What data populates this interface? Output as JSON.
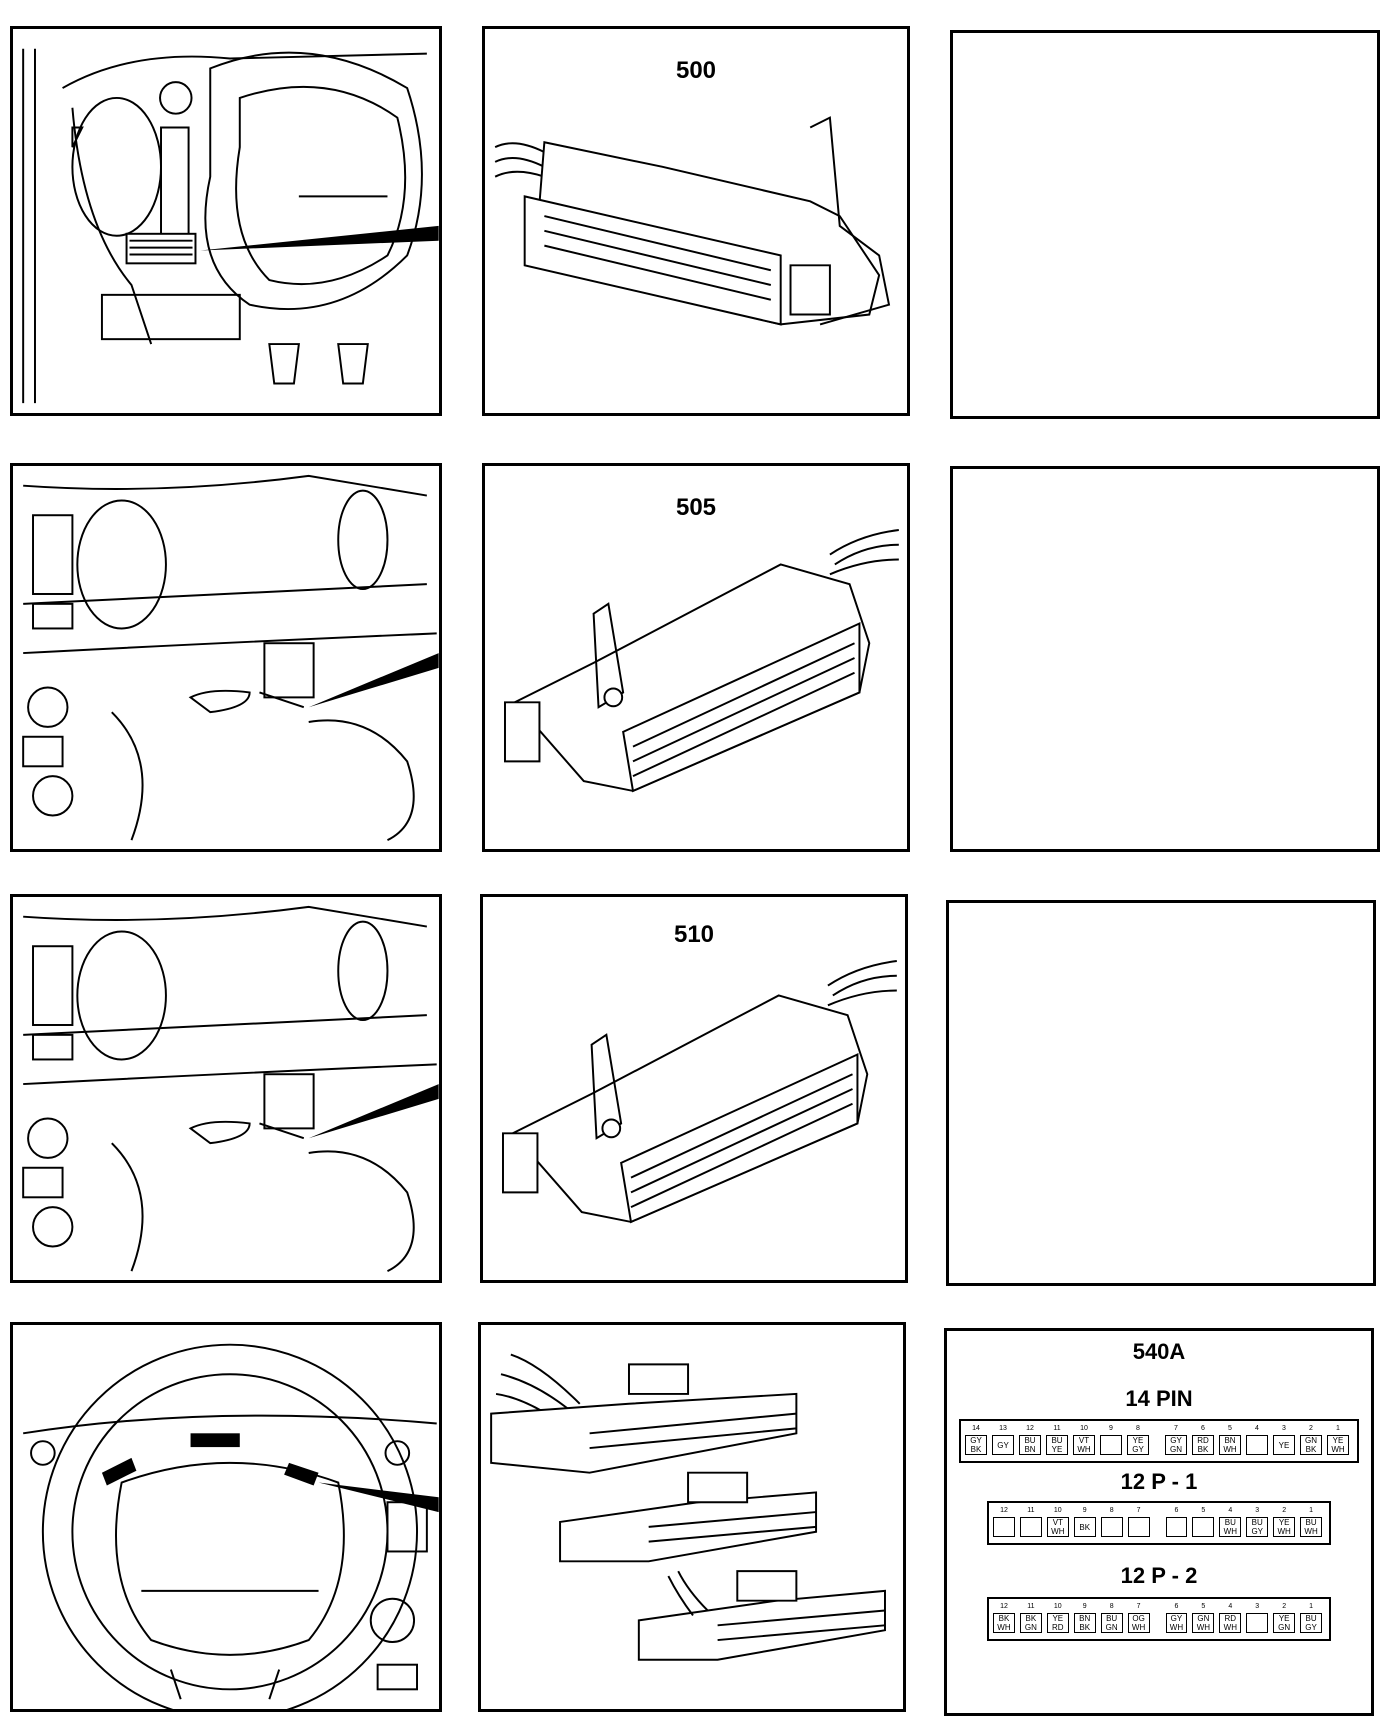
{
  "rows": [
    {
      "connector_label": "500"
    },
    {
      "connector_label": "505"
    },
    {
      "connector_label": "510"
    },
    {
      "connector_label": ""
    }
  ],
  "pinout": {
    "title": "540A",
    "connectors": [
      {
        "name": "14 PIN",
        "pins": [
          {
            "num": "14",
            "c1": "GY",
            "c2": "BK"
          },
          {
            "num": "13",
            "c1": "GY",
            "c2": ""
          },
          {
            "num": "12",
            "c1": "BU",
            "c2": "BN"
          },
          {
            "num": "11",
            "c1": "BU",
            "c2": "YE"
          },
          {
            "num": "10",
            "c1": "VT",
            "c2": "WH"
          },
          {
            "num": "9",
            "c1": "",
            "c2": ""
          },
          {
            "num": "8",
            "c1": "YE",
            "c2": "GY"
          },
          {
            "num": "7",
            "c1": "GY",
            "c2": "GN"
          },
          {
            "num": "6",
            "c1": "RD",
            "c2": "BK"
          },
          {
            "num": "5",
            "c1": "BN",
            "c2": "WH"
          },
          {
            "num": "4",
            "c1": "",
            "c2": ""
          },
          {
            "num": "3",
            "c1": "YE",
            "c2": ""
          },
          {
            "num": "2",
            "c1": "GN",
            "c2": "BK"
          },
          {
            "num": "1",
            "c1": "YE",
            "c2": "WH"
          }
        ]
      },
      {
        "name": "12 P - 1",
        "pins": [
          {
            "num": "12",
            "c1": "",
            "c2": ""
          },
          {
            "num": "11",
            "c1": "",
            "c2": ""
          },
          {
            "num": "10",
            "c1": "VT",
            "c2": "WH"
          },
          {
            "num": "9",
            "c1": "BK",
            "c2": ""
          },
          {
            "num": "8",
            "c1": "",
            "c2": ""
          },
          {
            "num": "7",
            "c1": "",
            "c2": ""
          },
          {
            "num": "6",
            "c1": "",
            "c2": ""
          },
          {
            "num": "5",
            "c1": "",
            "c2": ""
          },
          {
            "num": "4",
            "c1": "BU",
            "c2": "WH"
          },
          {
            "num": "3",
            "c1": "BU",
            "c2": "GY"
          },
          {
            "num": "2",
            "c1": "YE",
            "c2": "WH"
          },
          {
            "num": "1",
            "c1": "BU",
            "c2": "WH"
          }
        ]
      },
      {
        "name": "12 P - 2",
        "pins": [
          {
            "num": "12",
            "c1": "BK",
            "c2": "WH"
          },
          {
            "num": "11",
            "c1": "BK",
            "c2": "GN"
          },
          {
            "num": "10",
            "c1": "YE",
            "c2": "RD"
          },
          {
            "num": "9",
            "c1": "BN",
            "c2": "BK"
          },
          {
            "num": "8",
            "c1": "BU",
            "c2": "GN"
          },
          {
            "num": "7",
            "c1": "OG",
            "c2": "WH"
          },
          {
            "num": "6",
            "c1": "GY",
            "c2": "WH"
          },
          {
            "num": "5",
            "c1": "GN",
            "c2": "WH"
          },
          {
            "num": "4",
            "c1": "RD",
            "c2": "WH"
          },
          {
            "num": "3",
            "c1": "",
            "c2": ""
          },
          {
            "num": "2",
            "c1": "YE",
            "c2": "GN"
          },
          {
            "num": "1",
            "c1": "BU",
            "c2": "GY"
          }
        ]
      }
    ]
  }
}
